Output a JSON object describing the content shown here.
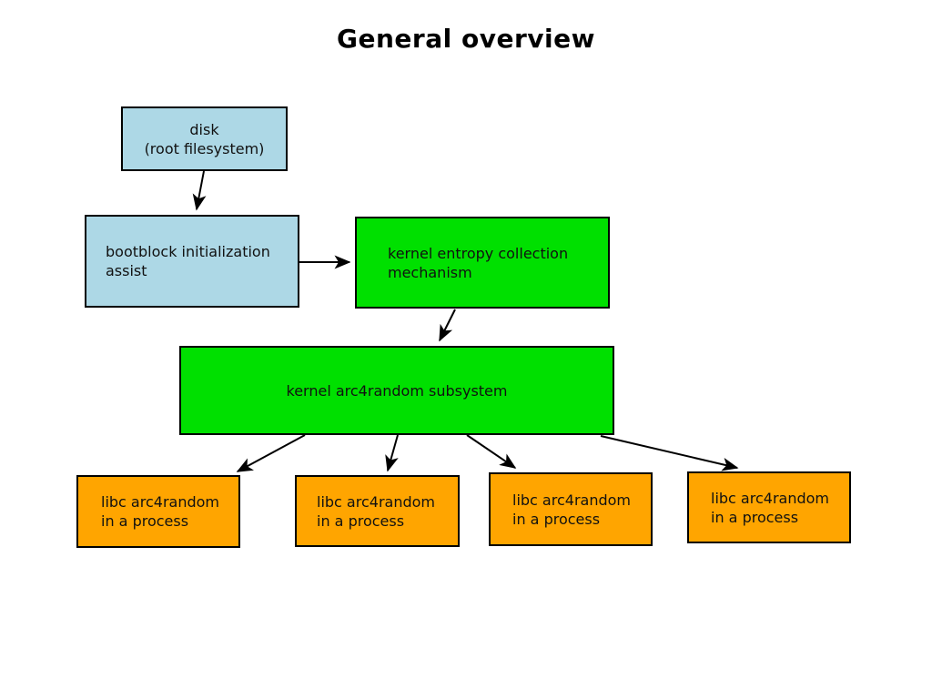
{
  "title": "General overview",
  "colors": {
    "node_lightblue": "#add8e6",
    "node_green": "#00e000",
    "node_orange": "#ffa500",
    "border": "#000000",
    "background": "#ffffff"
  },
  "diagram": {
    "nodes": [
      {
        "id": "disk",
        "label": "disk\n(root filesystem)",
        "color": "#add8e6"
      },
      {
        "id": "bootblock-initialization-assist",
        "label": "bootblock initialization\nassist",
        "color": "#add8e6"
      },
      {
        "id": "kernel-entropy-collection",
        "label": "kernel entropy collection\nmechanism",
        "color": "#00e000"
      },
      {
        "id": "kernel-arc4random-subsystem",
        "label": "kernel arc4random subsystem",
        "color": "#00e000"
      },
      {
        "id": "libc-process-1",
        "label": "libc arc4random\nin a process",
        "color": "#ffa500"
      },
      {
        "id": "libc-process-2",
        "label": "libc arc4random\nin a process",
        "color": "#ffa500"
      },
      {
        "id": "libc-process-3",
        "label": "libc arc4random\nin a process",
        "color": "#ffa500"
      },
      {
        "id": "libc-process-4",
        "label": "libc arc4random\nin a process",
        "color": "#ffa500"
      }
    ],
    "edges": [
      {
        "from": "disk",
        "to": "bootblock-initialization-assist"
      },
      {
        "from": "bootblock-initialization-assist",
        "to": "kernel-entropy-collection"
      },
      {
        "from": "kernel-entropy-collection",
        "to": "kernel-arc4random-subsystem"
      },
      {
        "from": "kernel-arc4random-subsystem",
        "to": "libc-process-1"
      },
      {
        "from": "kernel-arc4random-subsystem",
        "to": "libc-process-2"
      },
      {
        "from": "kernel-arc4random-subsystem",
        "to": "libc-process-3"
      },
      {
        "from": "kernel-arc4random-subsystem",
        "to": "libc-process-4"
      }
    ]
  }
}
